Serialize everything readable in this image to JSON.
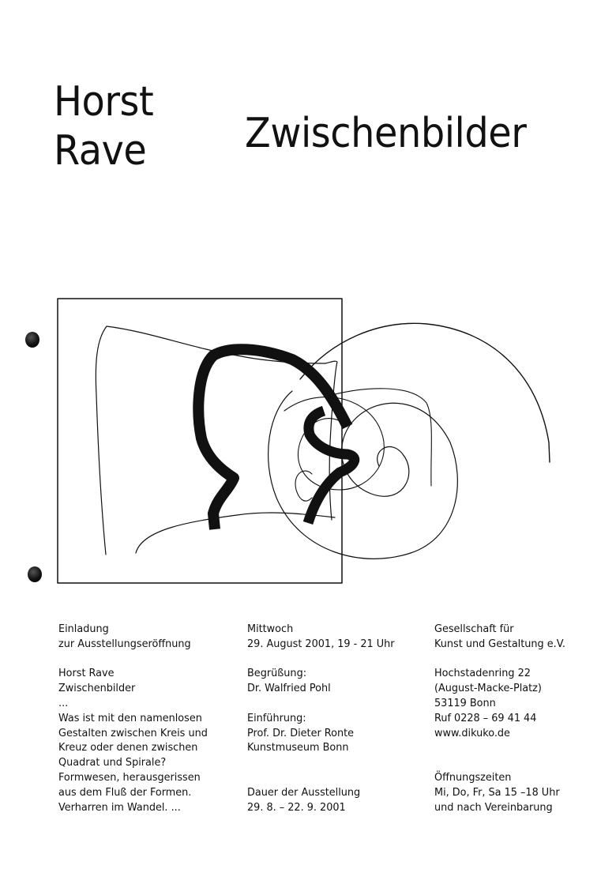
{
  "header": {
    "artist_first": "Horst",
    "artist_last": "Rave",
    "exhibition_title": "Zwischenbilder"
  },
  "artwork": {
    "description": "Abstract line drawing: thin square frame with thin meandering lines, spiral loops and one thick black brush stroke extending beyond the frame to the right",
    "stroke_color": "#111111"
  },
  "punch_holes": [
    {
      "name": "punch-hole-top"
    },
    {
      "name": "punch-hole-bottom"
    }
  ],
  "columns": {
    "left": [
      "Einladung",
      "zur Ausstellungseröffnung",
      "",
      "Horst Rave",
      "Zwischenbilder",
      "...",
      "Was ist mit den namenlosen",
      "Gestalten zwischen Kreis und",
      "Kreuz oder denen zwischen",
      "Quadrat und Spirale?",
      "Formwesen, herausgerissen",
      "aus dem Fluß der Formen.",
      "Verharren im Wandel. ..."
    ],
    "middle": [
      "Mittwoch",
      "29. August 2001, 19 - 21 Uhr",
      "",
      "Begrüßung:",
      "Dr. Walfried Pohl",
      "",
      "Einführung:",
      "Prof. Dr. Dieter Ronte",
      "Kunstmuseum Bonn",
      "",
      "",
      "Dauer der Ausstellung",
      "29. 8. – 22. 9. 2001"
    ],
    "right": [
      "Gesellschaft für",
      "Kunst und Gestaltung e.V.",
      "",
      "Hochstadenring 22",
      "(August-Macke-Platz)",
      "53119 Bonn",
      "Ruf 0228 – 69 41 44",
      "www.dikuko.de",
      "",
      "",
      "Öffnungszeiten",
      "Mi, Do, Fr, Sa 15 –18 Uhr",
      "und nach Vereinbarung"
    ]
  }
}
